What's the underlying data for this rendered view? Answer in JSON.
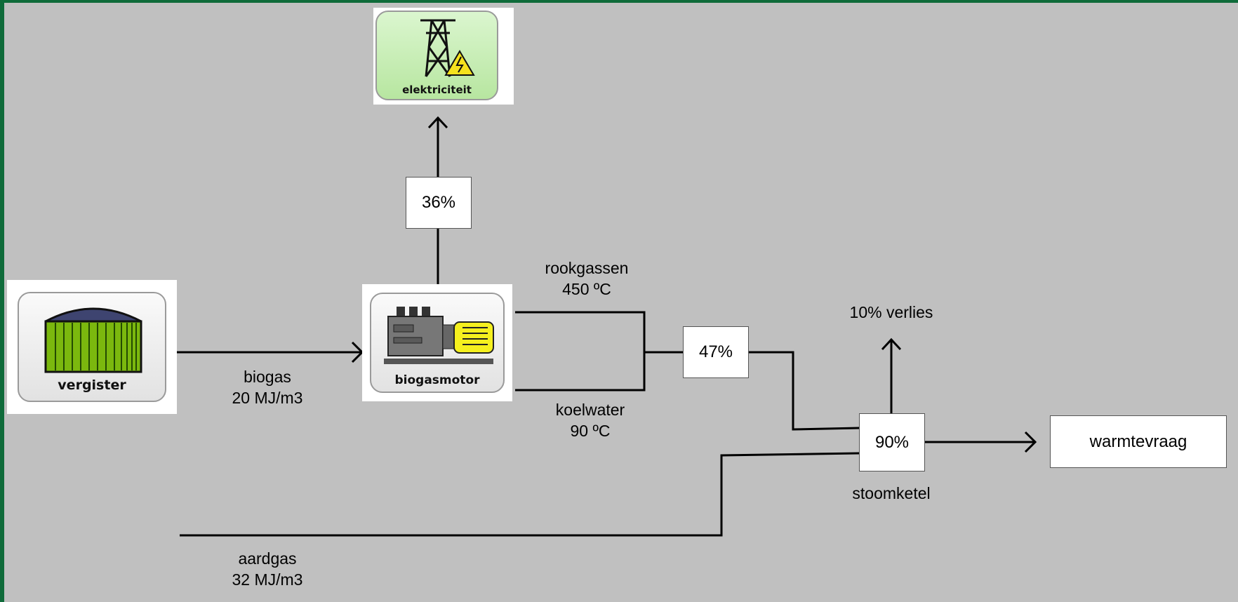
{
  "nodes": {
    "vergister": "vergister",
    "biogasmotor": "biogasmotor",
    "elektriciteit": "elektriciteit",
    "warmtevraag": "warmtevraag",
    "stoomketel": "stoomketel"
  },
  "efficiencies": {
    "elektriciteit": "36%",
    "warmte_motor": "47%",
    "stoomketel": "90%"
  },
  "flows": {
    "biogas_name": "biogas",
    "biogas_value": "20 MJ/m3",
    "rookgassen_name": "rookgassen",
    "rookgassen_temp": "450 ºC",
    "koelwater_name": "koelwater",
    "koelwater_temp": "90 ºC",
    "aardgas_name": "aardgas",
    "aardgas_value": "32 MJ/m3",
    "verlies": "10% verlies"
  },
  "colors": {
    "background": "#c0c0c0",
    "frame": "#0f6b3a",
    "elektriciteit_tile": "#c8f0b4"
  }
}
